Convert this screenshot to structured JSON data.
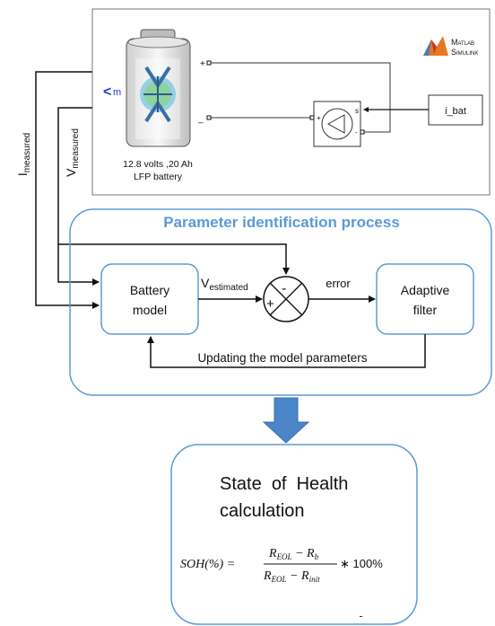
{
  "simulink": {
    "logo_line1": "Matlab",
    "logo_line2": "Simulink",
    "battery_label_line1": "12.8 volts ,20 Ah",
    "battery_label_line2": "LFP battery",
    "port_m": "m",
    "port_plus": "+",
    "port_minus": "_",
    "source_s": "s",
    "source_plus": "+",
    "source_minus": "-",
    "ibat_label": "i_bat"
  },
  "signals": {
    "i_measured_main": "I",
    "i_measured_sub": "measured",
    "v_measured_main": "V",
    "v_measured_sub": "measured",
    "v_estimated_main": "V",
    "v_estimated_sub": "estimated",
    "error": "error",
    "sum_minus": "-",
    "sum_plus": "+"
  },
  "process": {
    "title": "Parameter identification process",
    "battery_model_line1": "Battery",
    "battery_model_line2": "model",
    "adaptive_filter_line1": "Adaptive",
    "adaptive_filter_line2": "filter",
    "feedback_label": "Updating the model parameters"
  },
  "soh": {
    "title_line1": "State  of  Health",
    "title_line2": "calculation",
    "lhs": "SOH(%) =",
    "num_R_EOL": "R",
    "num_EOL_sub": "EOL",
    "num_minus": " − R",
    "num_b_sub": "b",
    "den_R_EOL": "R",
    "den_EOL_sub": "EOL",
    "den_minus": " − R",
    "den_init_sub": "init",
    "rhs": "∗ 100%"
  },
  "colors": {
    "accent_blue": "#5b9bd5",
    "title_blue": "#5b9bd5",
    "arrow_blue": "#4a86c8"
  }
}
